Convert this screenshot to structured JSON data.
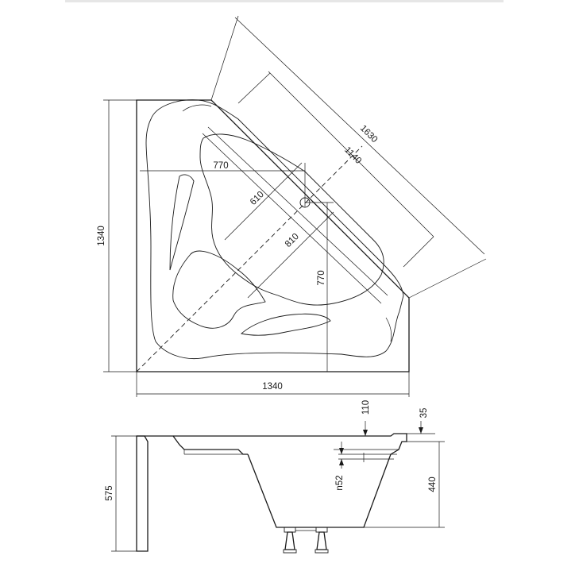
{
  "top_view": {
    "dims": {
      "overall_height": "1340",
      "overall_width": "1340",
      "diagonal_outer": "1630",
      "diagonal_inner": "1140",
      "inner_width": "770",
      "inner_height": "770",
      "seat_depth": "610",
      "basin_depth": "810"
    }
  },
  "side_view": {
    "dims": {
      "total_height": "575",
      "rim_thickness": "110",
      "rim_lip": "35",
      "basin_height": "440",
      "outlet": "n52"
    }
  }
}
